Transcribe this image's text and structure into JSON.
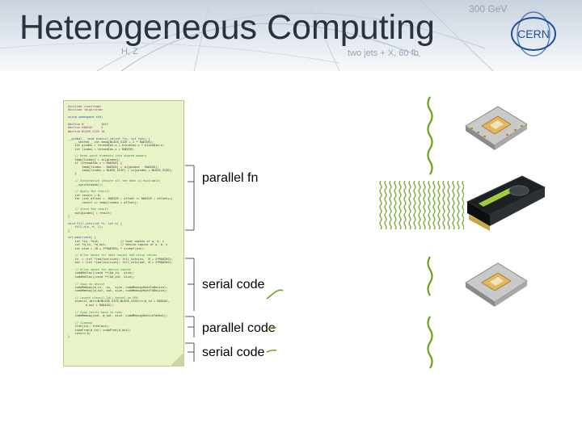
{
  "slide": {
    "title": "Heterogeneous Computing",
    "logo_text": "CERN"
  },
  "banner": {
    "physics_text_1": "300 GeV",
    "physics_text_2": "H, Z",
    "physics_text_3": "two jets + X, 60 fb"
  },
  "annotations": {
    "parallel_fn": "parallel fn",
    "serial_code_1": "serial code",
    "parallel_code": "parallel code",
    "serial_code_2": "serial code"
  },
  "colors": {
    "code_panel_bg": "#e9f3c8",
    "code_panel_border": "#b6c98a",
    "thread_color": "#6ba21e",
    "preprocessor": "#8a2f8a",
    "keyword": "#2b3fa8",
    "comment": "#2f8a2f"
  },
  "icons": {
    "cpu_top": "cpu-chip-icon",
    "gpu": "gpu-card-icon",
    "cpu_bottom": "cpu-chip-icon",
    "serial_thread": "squiggle-thread-icon",
    "parallel_threads": "thread-grid-icon"
  }
}
